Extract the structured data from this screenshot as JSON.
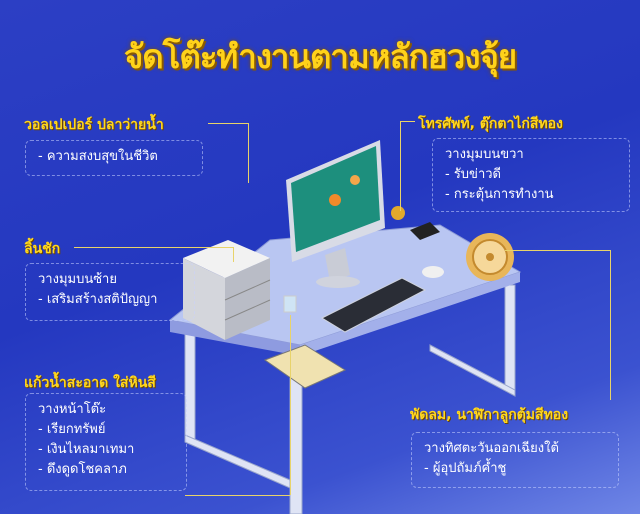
{
  "title": "จัดโต๊ะทำงานตามหลักฮวงจุ้ย",
  "sections": {
    "wallpaper": {
      "label": "วอลเปเปอร์ ปลาว่ายน้ำ",
      "lines": [
        "- ความสงบสุขในชีวิต"
      ]
    },
    "drawer": {
      "label": "ลิ้นชัก",
      "lines": [
        "วางมุมบนซ้าย",
        "- เสริมสร้างสติปัญญา"
      ]
    },
    "phone": {
      "label": "โทรศัพท์, ตุ๊กตาไก่สีทอง",
      "lines": [
        "วางมุมบนขวา",
        "- รับข่าวดี",
        "- กระตุ้นการทำงาน"
      ]
    },
    "glass": {
      "label": "แก้วน้ำสะอาด ใส่หินสี",
      "lines": [
        "วางหน้าโต๊ะ",
        "- เรียกทรัพย์",
        "- เงินไหลมาเทมา",
        "- ดึงดูดโชคลาภ"
      ]
    },
    "fan": {
      "label": "พัดลม, นาฬิกาลูกตุ้มสีทอง",
      "lines": [
        "วางทิศตะวันออกเฉียงใต้",
        "- ผู้อุปถัมภ์ค้ำชู"
      ]
    }
  },
  "colors": {
    "background": "#2c3fc4",
    "heading": "#ffd21a",
    "desk": "#b9c6f2"
  }
}
